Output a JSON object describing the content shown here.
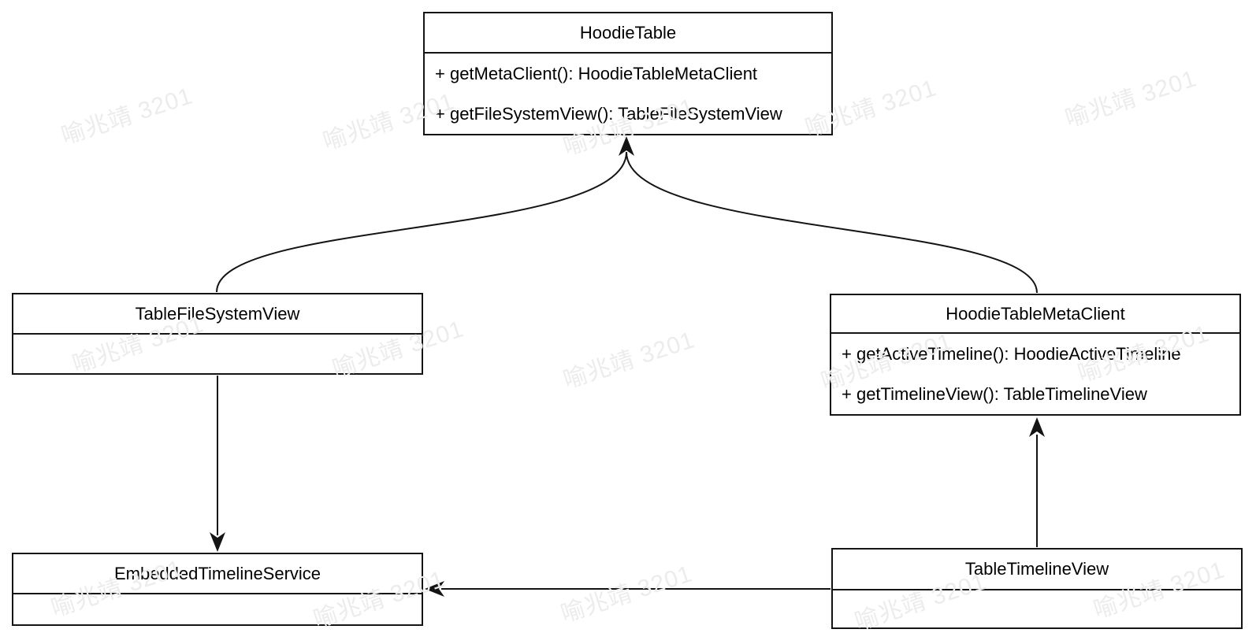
{
  "classes": [
    {
      "name": "HoodieTable",
      "methods": [
        "+ getMetaClient(): HoodieTableMetaClient",
        "+ getFileSystemView(): TableFileSystemView"
      ]
    },
    {
      "name": "TableFileSystemView",
      "methods": []
    },
    {
      "name": "HoodieTableMetaClient",
      "methods": [
        "+ getActiveTimeline(): HoodieActiveTimeline",
        "+ getTimelineView(): TableTimelineView"
      ]
    },
    {
      "name": "EmbeddedTimelineService",
      "methods": []
    },
    {
      "name": "TableTimelineView",
      "methods": []
    }
  ],
  "edges": [
    {
      "from": "TableFileSystemView",
      "to": "HoodieTable",
      "style": "curved",
      "arrowhead": "filled"
    },
    {
      "from": "HoodieTableMetaClient",
      "to": "HoodieTable",
      "style": "curved",
      "arrowhead": "filled"
    },
    {
      "from": "TableFileSystemView",
      "to": "EmbeddedTimelineService",
      "style": "straight",
      "arrowhead": "filled"
    },
    {
      "from": "TableTimelineView",
      "to": "HoodieTableMetaClient",
      "style": "straight",
      "arrowhead": "filled"
    },
    {
      "from": "TableTimelineView",
      "to": "EmbeddedTimelineService",
      "style": "straight",
      "arrowhead": "filled"
    }
  ],
  "watermark": {
    "text": "喻兆靖 3201",
    "color": "#ececec"
  },
  "colors": {
    "line": "#141414",
    "box_background": "#ffffff",
    "text": "#000000"
  }
}
